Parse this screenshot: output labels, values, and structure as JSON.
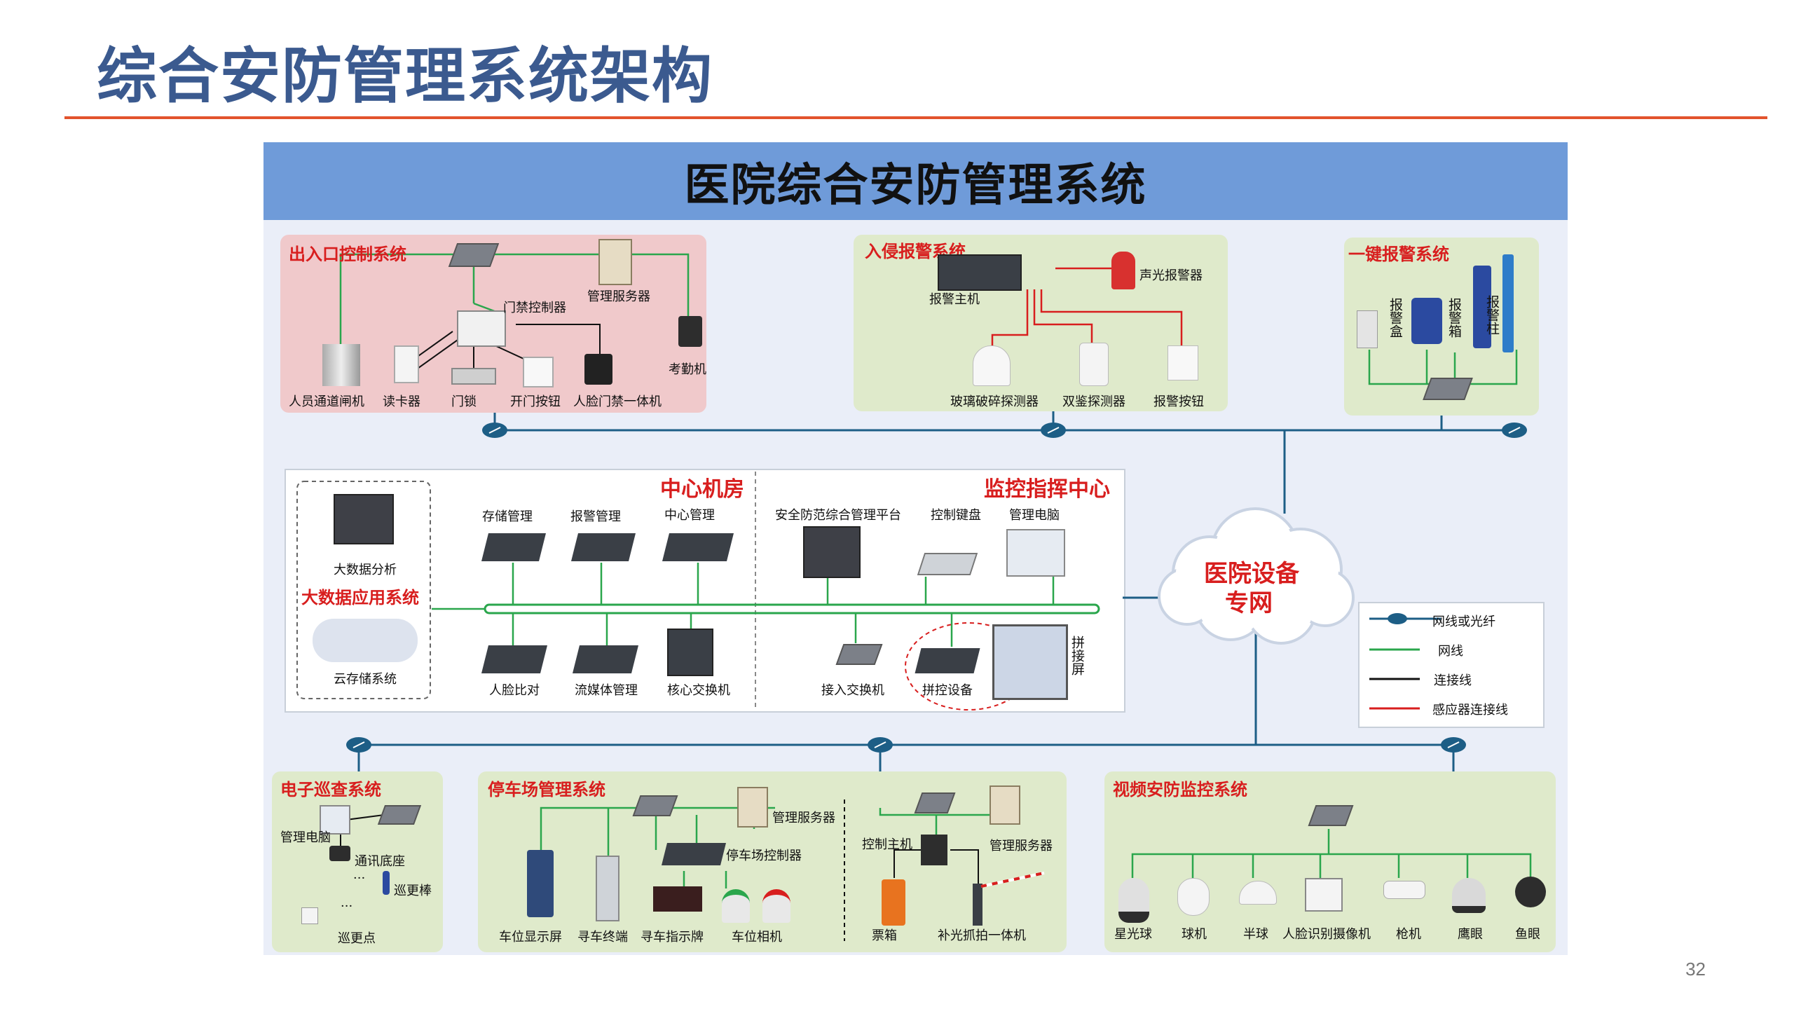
{
  "slide": {
    "title": "综合安防管理系统架构",
    "page_number": "32"
  },
  "diagram": {
    "title": "医院综合安防管理系统",
    "network_cloud": [
      "医院设备",
      "专网"
    ],
    "access_control": {
      "title": "出入口控制系统",
      "labels": {
        "controller": "门禁控制器",
        "server": "管理服务器",
        "attendance": "考勤机",
        "gate": "人员通道闸机",
        "reader": "读卡器",
        "lock": "门锁",
        "button": "开门按钮",
        "face": "人脸门禁一体机"
      }
    },
    "intrusion": {
      "title": "入侵报警系统",
      "labels": {
        "host": "报警主机",
        "siren": "声光报警器",
        "glass": "玻璃破碎探测器",
        "dual": "双鉴探测器",
        "button": "报警按钮"
      }
    },
    "one_key": {
      "title": "一键报警系统",
      "labels": {
        "box": "报警盒",
        "case": "报警箱",
        "pillar": "报警柱"
      }
    },
    "center": {
      "machine_room_title": "中心机房",
      "command_center_title": "监控指挥中心",
      "bigdata_title": "大数据应用系统",
      "labels": {
        "bigdata": "大数据分析",
        "cloud_storage": "云存储系统",
        "storage_mgmt": "存储管理",
        "alarm_mgmt": "报警管理",
        "center_mgmt": "中心管理",
        "face_compare": "人脸比对",
        "stream_mgmt": "流媒体管理",
        "core_switch": "核心交换机",
        "platform": "安全防范综合管理平台",
        "keyboard": "控制键盘",
        "pc": "管理电脑",
        "access_switch": "接入交换机",
        "splicer": "拼控设备",
        "video_wall": "拼接屏"
      }
    },
    "legend": [
      {
        "label": "网线或光纤",
        "color": "#1d5e86"
      },
      {
        "label": "网线",
        "color": "#2aa64c"
      },
      {
        "label": "连接线",
        "color": "#111111"
      },
      {
        "label": "感应器连接线",
        "color": "#d81e1e"
      }
    ],
    "patrol": {
      "title": "电子巡查系统",
      "labels": {
        "pc": "管理电脑",
        "base": "通讯底座",
        "dots1": "···",
        "stick": "巡更棒",
        "dots2": "···",
        "point": "巡更点"
      }
    },
    "parking": {
      "title": "停车场管理系统",
      "labels": {
        "server": "管理服务器",
        "controller": "停车场控制器",
        "display": "车位显示屏",
        "terminal": "寻车终端",
        "sign": "寻车指示牌",
        "detector": "车位相机",
        "host": "控制主机",
        "server2": "管理服务器",
        "ticket": "票箱",
        "capture": "补光抓拍一体机"
      }
    },
    "video": {
      "title": "视频安防监控系统",
      "labels": {
        "star": "星光球",
        "dome": "球机",
        "half": "半球",
        "face_cam": "人脸识别摄像机",
        "gun": "枪机",
        "eagle": "鹰眼",
        "fisheye": "鱼眼"
      }
    }
  }
}
